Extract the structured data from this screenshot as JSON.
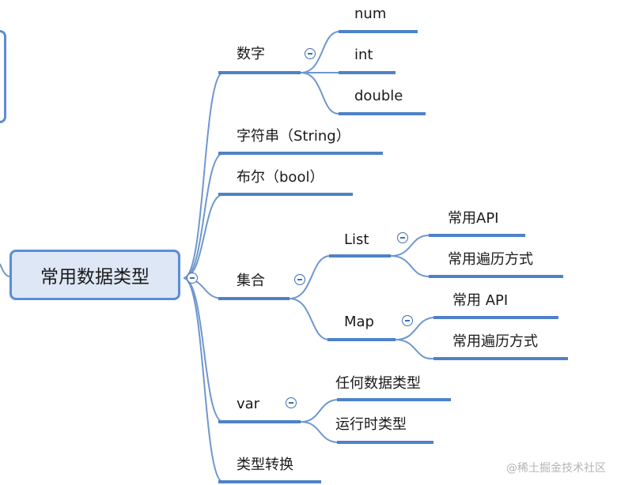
{
  "root": {
    "label": "常用数据类型"
  },
  "branches": {
    "number": {
      "label": "数字",
      "children": [
        "num",
        "int",
        "double"
      ]
    },
    "string": {
      "label": "字符串（String）"
    },
    "bool": {
      "label": "布尔（bool）"
    },
    "collection": {
      "label": "集合",
      "list": {
        "label": "List",
        "children": [
          "常用API",
          "常用遍历方式"
        ]
      },
      "map": {
        "label": "Map",
        "children": [
          "常用 API",
          "常用遍历方式"
        ]
      }
    },
    "var": {
      "label": "var",
      "children": [
        "任何数据类型",
        "运行时类型"
      ]
    },
    "convert": {
      "label": "类型转换"
    }
  },
  "colors": {
    "accent": "#4e82c8",
    "root_fill": "#dde7f5",
    "connector": "#6f97cf"
  },
  "watermark": "@稀土掘金技术社区"
}
